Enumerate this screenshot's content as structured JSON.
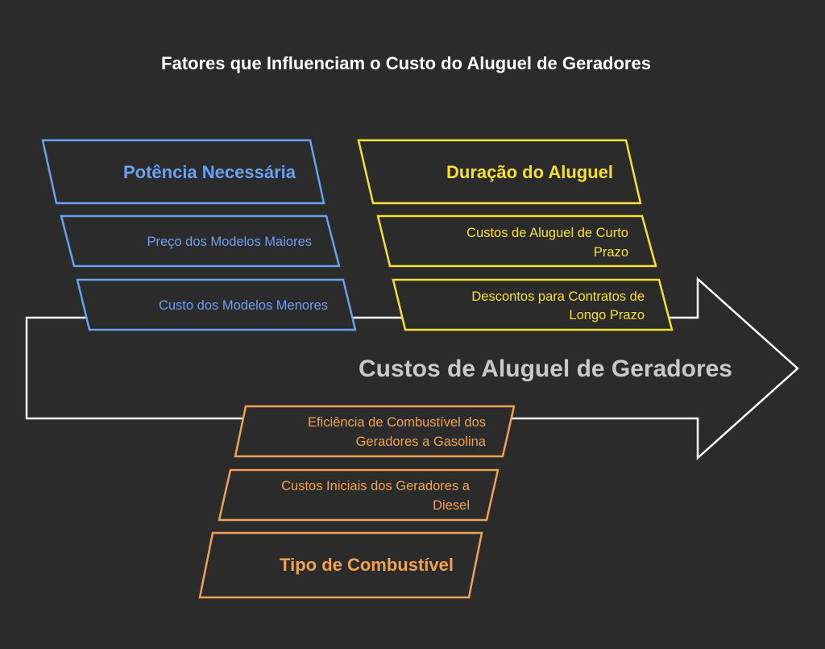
{
  "title": "Fatores que Influenciam o Custo do Aluguel de Geradores",
  "spine": {
    "label": "Custos de Aluguel de Geradores"
  },
  "colors": {
    "background": "#2b2b2b",
    "blue": "#6aa0f2",
    "yellow": "#f5e033",
    "orange": "#f0a254",
    "spine": "#ffffff",
    "spine_label": "#c9c9c9"
  },
  "categories": {
    "power": {
      "label": "Potência Necessária",
      "causes": [
        "Preço dos Modelos Maiores",
        "Custo dos Modelos Menores"
      ]
    },
    "duration": {
      "label": "Duração do Aluguel",
      "causes": [
        [
          "Custos de Aluguel de Curto",
          "Prazo"
        ],
        [
          "Descontos para Contratos de",
          "Longo Prazo"
        ]
      ]
    },
    "fuel": {
      "label": "Tipo de Combustível",
      "causes": [
        [
          "Eficiência de Combustível dos",
          "Geradores a Gasolina"
        ],
        [
          "Custos Iniciais dos Geradores a",
          "Diesel"
        ]
      ]
    }
  }
}
